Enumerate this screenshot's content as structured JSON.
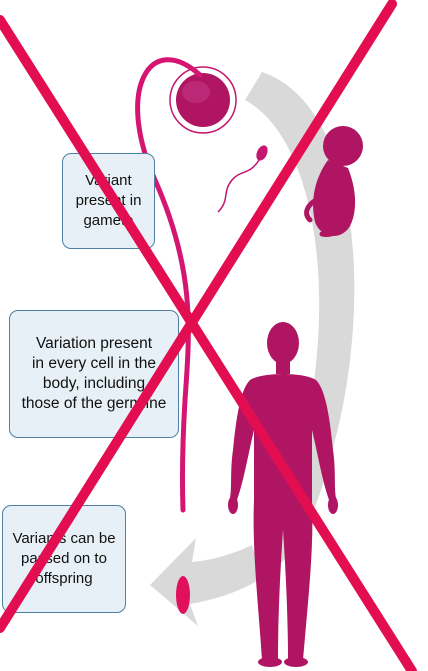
{
  "boxes": {
    "gamete": "Variant\npresent in\ngamete",
    "every_cell": "Variation present\nin every cell in the\nbody, including\nthose of the germline",
    "offspring": "Variants can be\npassed on to\noffspring"
  },
  "colors": {
    "cycle_arrow": "#d9d9d9",
    "magenta": "#c4166f",
    "cross": "#e30e52",
    "box_fill": "#e6f0f6",
    "box_border": "#4d7fa7"
  },
  "icons": [
    "gray-cycle-arrow-icon",
    "egg-cell-icon",
    "sperm-icon",
    "fetus-icon",
    "human-figure-icon",
    "pink-curve-icon",
    "red-cross-icon"
  ]
}
